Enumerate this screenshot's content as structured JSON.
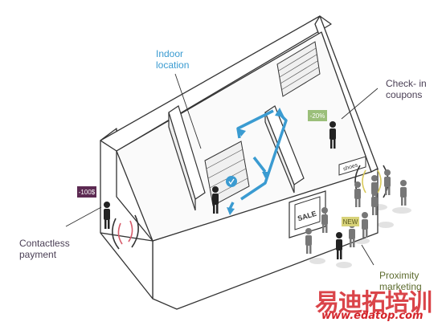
{
  "labels": {
    "indoor_location": [
      "Indoor",
      "location"
    ],
    "check_in_coupons": [
      "Check- in",
      "coupons"
    ],
    "contactless_payment": [
      "Contactless",
      "payment"
    ],
    "proximity_marketing": [
      "Proximity",
      "marketing"
    ]
  },
  "tags": {
    "price": "-100$",
    "discount": "-20%",
    "new": "NEW",
    "sale": "SALE",
    "shoes": "shoes"
  },
  "watermark": {
    "cn": "易迪拓培训",
    "url": "www.edatop.com"
  },
  "colors": {
    "wall_outline": "#333333",
    "accent_blue": "#3a9bd1",
    "tag_price": "#5c2a52",
    "tag_discount": "#9bbf7a",
    "tag_new": "#d8d37a",
    "signal_red": "#d65b6a",
    "signal_yellow": "#d9c95a",
    "label_text": "#4a3f55",
    "watermark_red": "#d4242a"
  }
}
